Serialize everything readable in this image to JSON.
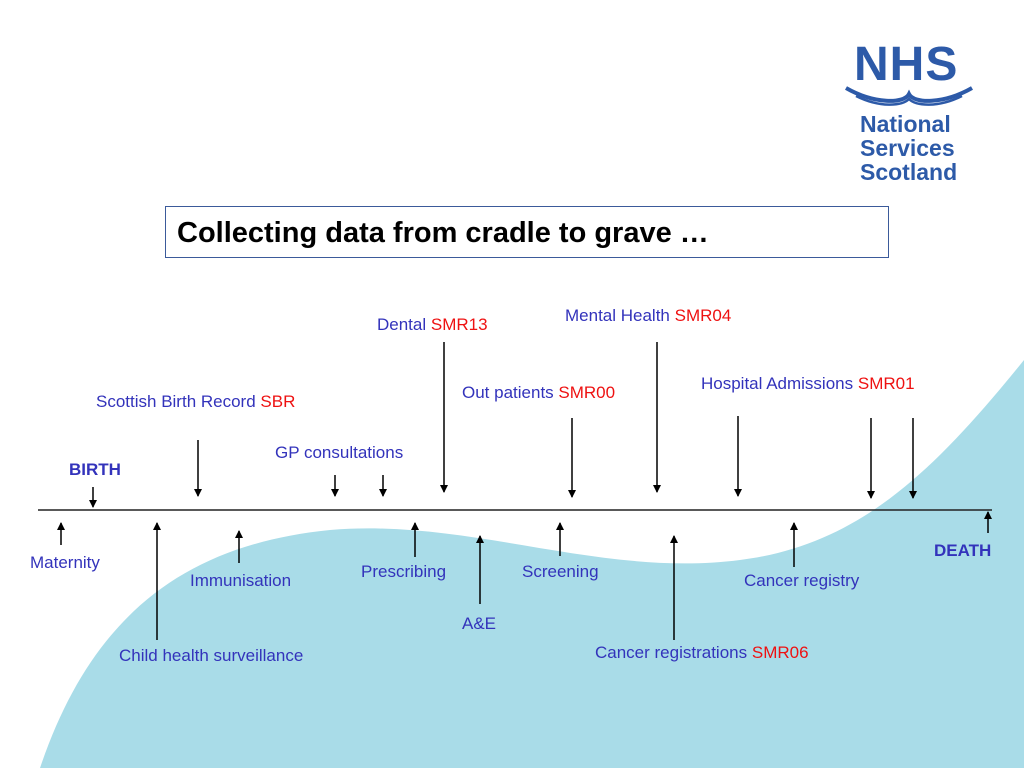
{
  "logo": {
    "nhs": "NHS",
    "line1": "National",
    "line2": "Services",
    "line3": "Scotland"
  },
  "title": "Collecting data from cradle to grave …",
  "colors": {
    "blue_text": "#3333bb",
    "red_code": "#ee1111",
    "wave": "#a9dce8",
    "logo": "#2d5aa8"
  },
  "start": "BIRTH",
  "end": "DEATH",
  "above": [
    {
      "label": "Dental",
      "code": "SMR13"
    },
    {
      "label": "Mental Health",
      "code": "SMR04"
    },
    {
      "label": "Scottish Birth Record",
      "code": "SBR"
    },
    {
      "label": "GP consultations",
      "code": ""
    },
    {
      "label": "Out patients",
      "code": "SMR00"
    },
    {
      "label": "Hospital Admissions",
      "code": "SMR01"
    }
  ],
  "below": [
    {
      "label": "Maternity"
    },
    {
      "label": "Immunisation"
    },
    {
      "label": "Child health surveillance"
    },
    {
      "label": "Prescribing"
    },
    {
      "label": "A&E"
    },
    {
      "label": "Screening"
    },
    {
      "label": "Cancer registrations",
      "code": "SMR06"
    },
    {
      "label": "Cancer registry"
    }
  ]
}
